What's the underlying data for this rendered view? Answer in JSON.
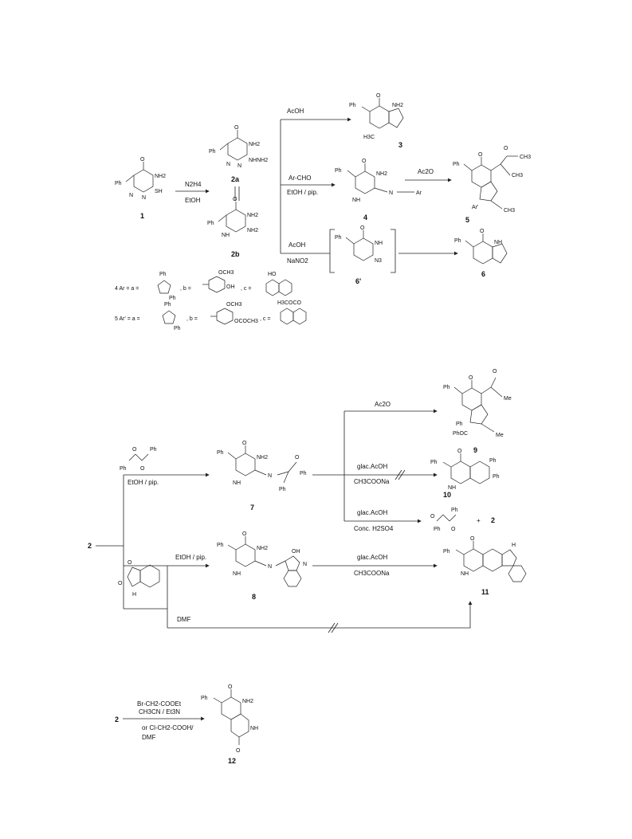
{
  "reagents": {
    "n2h4": "N2H4",
    "etoh": "EtOH",
    "acoh_a": "AcOH",
    "archo": "Ar-CHO",
    "etoh_pip_a": "EtOH / pip.",
    "ac2o_a": "Ac2O",
    "acoh_b": "AcOH",
    "nano2": "NaNO2",
    "etoh_pip_b": "EtOH / pip.",
    "ac2o_b": "Ac2O",
    "glac_a": "glac.AcOH",
    "ch3coona_a": "CH3COONa",
    "glac_b": "glac.AcOH",
    "conc_h2so4": "Conc. H2SO4",
    "etoh_pip_c": "EtOH / pip.",
    "glac_c": "glac.AcOH",
    "ch3coona_c": "CH3COONa",
    "dmf": "DMF",
    "brch2": "Br-CH2-COOEt",
    "ch3cn": "CH3CN / Et3N",
    "clch2": "or Cl-CH2-COOH/",
    "dmf_b": "DMF"
  },
  "compounds": {
    "c1": "1",
    "c2a": "2a",
    "c2b": "2b",
    "c3": "3",
    "c4": "4",
    "c5": "5",
    "c6p": "6'",
    "c6": "6",
    "c7": "7",
    "c8": "8",
    "c9": "9",
    "c10": "10",
    "c11": "11",
    "c12": "12",
    "c2_start": "2",
    "c2_prod": "2",
    "c2_start2": "2"
  },
  "atoms": {
    "ph": "Ph",
    "nh2": "NH2",
    "sh": "SH",
    "o": "O",
    "n": "N",
    "nh": "NH",
    "nhnh2": "NHNH2",
    "nnh2": "NH2",
    "h3c": "H3C",
    "ar": "Ar",
    "arp": "Ar'",
    "n3": "N3",
    "h": "H",
    "oh": "OH",
    "me": "Me",
    "phoc": "PhOC",
    "plus": "+",
    "ch3": "CH3"
  },
  "legend": {
    "ar_line": "4  Ar =   a =",
    "arp_line": "5   Ar'  = a =",
    "b": ",  b =",
    "c": ",  c =",
    "och3": "OCH3",
    "oh": "OH",
    "ho": "HO",
    "ococh3": "OCOCH3",
    "h3ccoo": "H3COCO"
  }
}
